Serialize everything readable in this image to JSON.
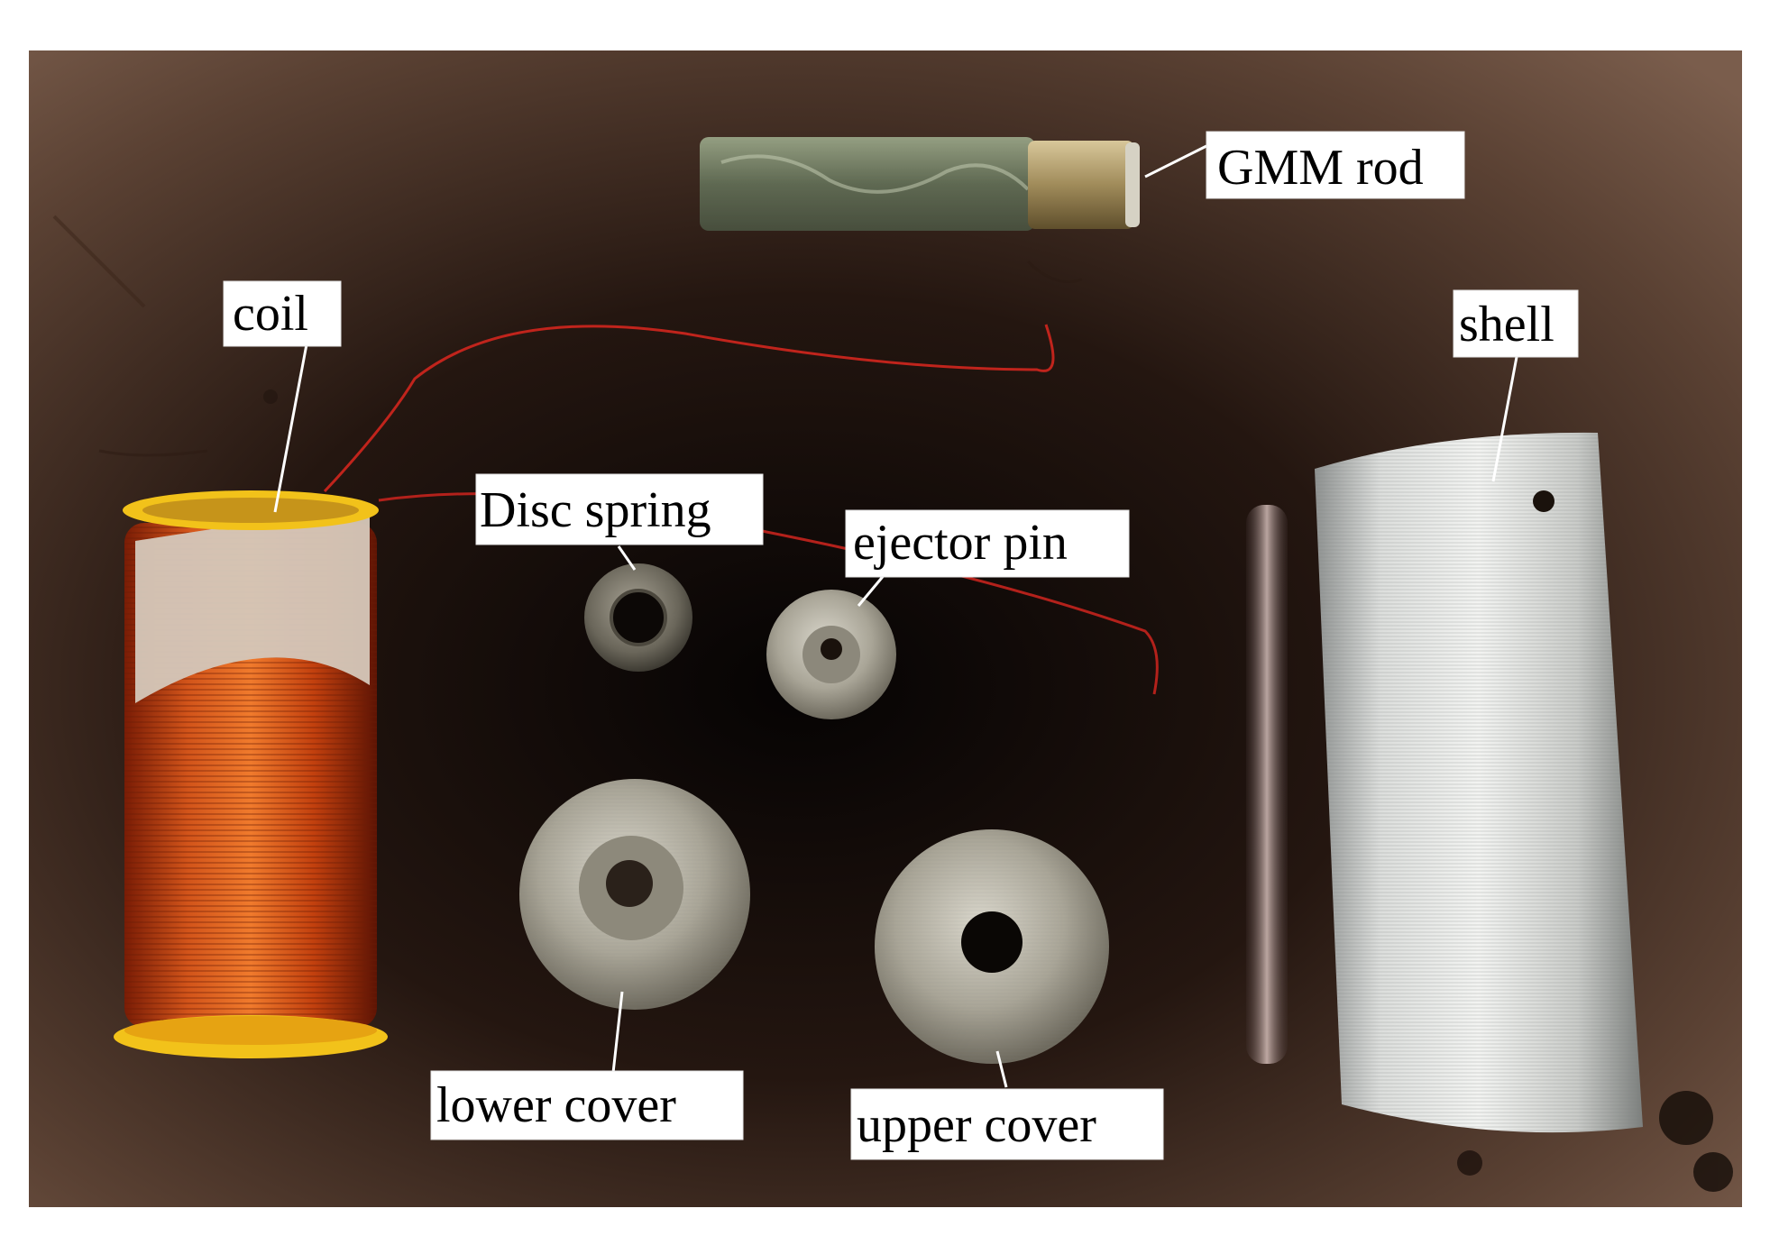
{
  "photo": {
    "background_color": "#2a1a12",
    "table_tint": "#6b4a38",
    "labels": {
      "gmm_rod": "GMM rod",
      "coil": "coil",
      "shell": "shell",
      "disc_spring": "Disc spring",
      "ejector_pin": "ejector pin",
      "lower_cover": "lower cover",
      "upper_cover": "upper cover"
    },
    "colors": {
      "copper": "#c84a10",
      "bobbin_yellow": "#f2c21a",
      "metal": "#bdbbb2",
      "shell_metal": "#d2d4d2",
      "rod_green": "#5f6a4e",
      "rod_brass": "#a89464",
      "wire_red": "#c0241c",
      "label_bg": "#ffffff",
      "label_text": "#000000"
    }
  }
}
